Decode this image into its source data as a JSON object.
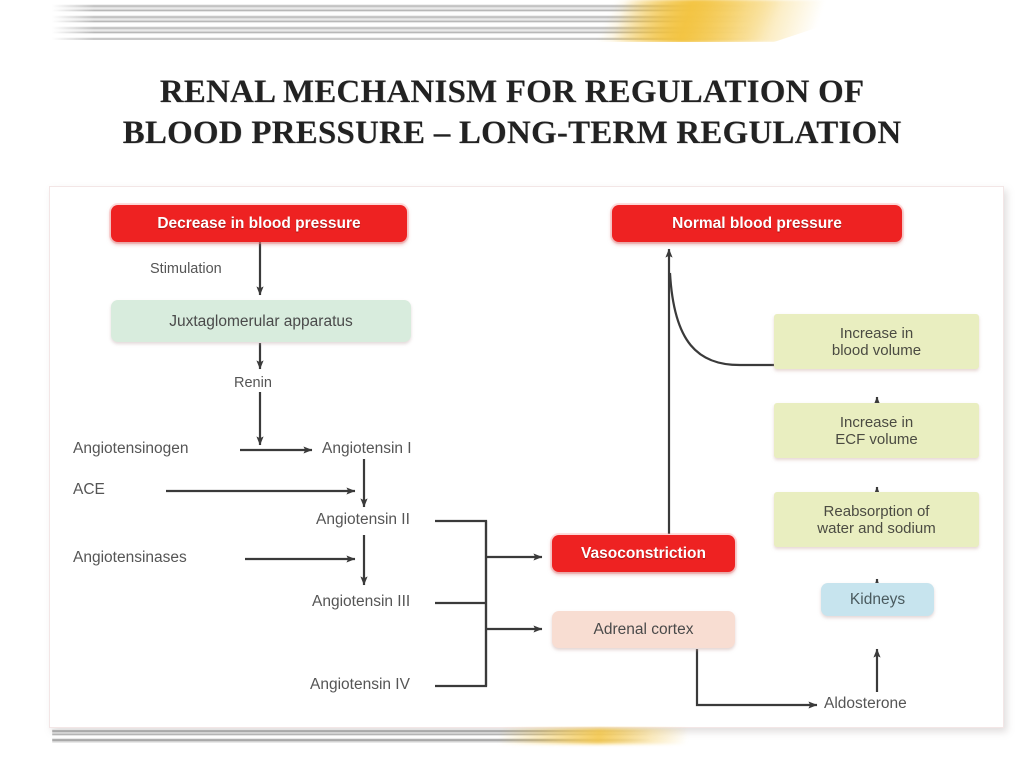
{
  "slide": {
    "title_line1": "RENAL MECHANISM FOR REGULATION OF",
    "title_line2": "BLOOD PRESSURE – LONG-TERM REGULATION"
  },
  "diagram": {
    "nodes": {
      "decrease_bp": "Decrease in blood pressure",
      "normal_bp": "Normal blood pressure",
      "jga": "Juxtaglomerular apparatus",
      "vasoconstriction": "Vasoconstriction",
      "adrenal_cortex": "Adrenal cortex",
      "increase_blood_volume_l1": "Increase in",
      "increase_blood_volume_l2": "blood volume",
      "increase_ecf_volume_l1": "Increase in",
      "increase_ecf_volume_l2": "ECF volume",
      "reabsorption_l1": "Reabsorption of",
      "reabsorption_l2": "water and sodium",
      "kidneys": "Kidneys"
    },
    "labels": {
      "stimulation": "Stimulation",
      "renin": "Renin",
      "angiotensinogen": "Angiotensinogen",
      "ace": "ACE",
      "angiotensinases": "Angiotensinases",
      "angiotensin_1": "Angiotensin I",
      "angiotensin_2": "Angiotensin II",
      "angiotensin_3": "Angiotensin III",
      "angiotensin_4": "Angiotensin IV",
      "aldosterone": "Aldosterone"
    },
    "colors": {
      "red_node": "#ee2222",
      "green_node": "#d8ecdd",
      "peach_node": "#f8ddd2",
      "yellow_node": "#e9eec0",
      "blue_node": "#c7e4ee",
      "connector": "#3a3a3a",
      "label_text": "#555555",
      "title_text": "#222222",
      "accent_gold": "#f3c442"
    }
  }
}
